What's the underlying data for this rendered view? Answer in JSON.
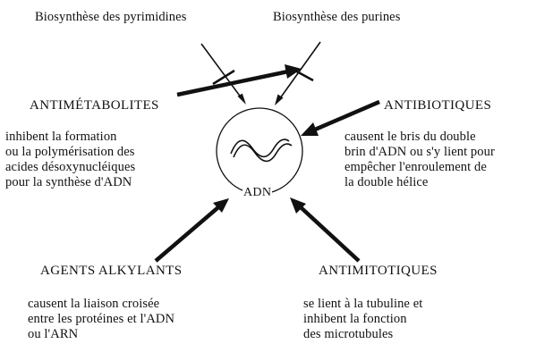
{
  "top": {
    "pyrimidines": "Biosynthèse des pyrimidines",
    "purines": "Biosynthèse des purines"
  },
  "center": {
    "label": "ADN"
  },
  "antimetabolites": {
    "title": "ANTIMÉTABOLITES",
    "lines": [
      "inhibent la formation",
      "ou la polymérisation des",
      "acides désoxynucléiques",
      "pour la synthèse d'ADN"
    ]
  },
  "antibiotiques": {
    "title": "ANTIBIOTIQUES",
    "lines": [
      "causent le bris du double",
      "brin d'ADN ou s'y lient pour",
      "empêcher l'enroulement de",
      "la double hélice"
    ]
  },
  "alkylants": {
    "title": "AGENTS ALKYLANTS",
    "lines": [
      "causent la liaison croisée",
      "entre les protéines et l'ADN",
      "ou l'ARN"
    ]
  },
  "antimitotiques": {
    "title": "ANTIMITOTIQUES",
    "lines": [
      "se lient à la tubuline et",
      "inhibent la fonction",
      "des microtubules"
    ]
  },
  "colors": {
    "ink": "#111111",
    "background": "#ffffff"
  }
}
